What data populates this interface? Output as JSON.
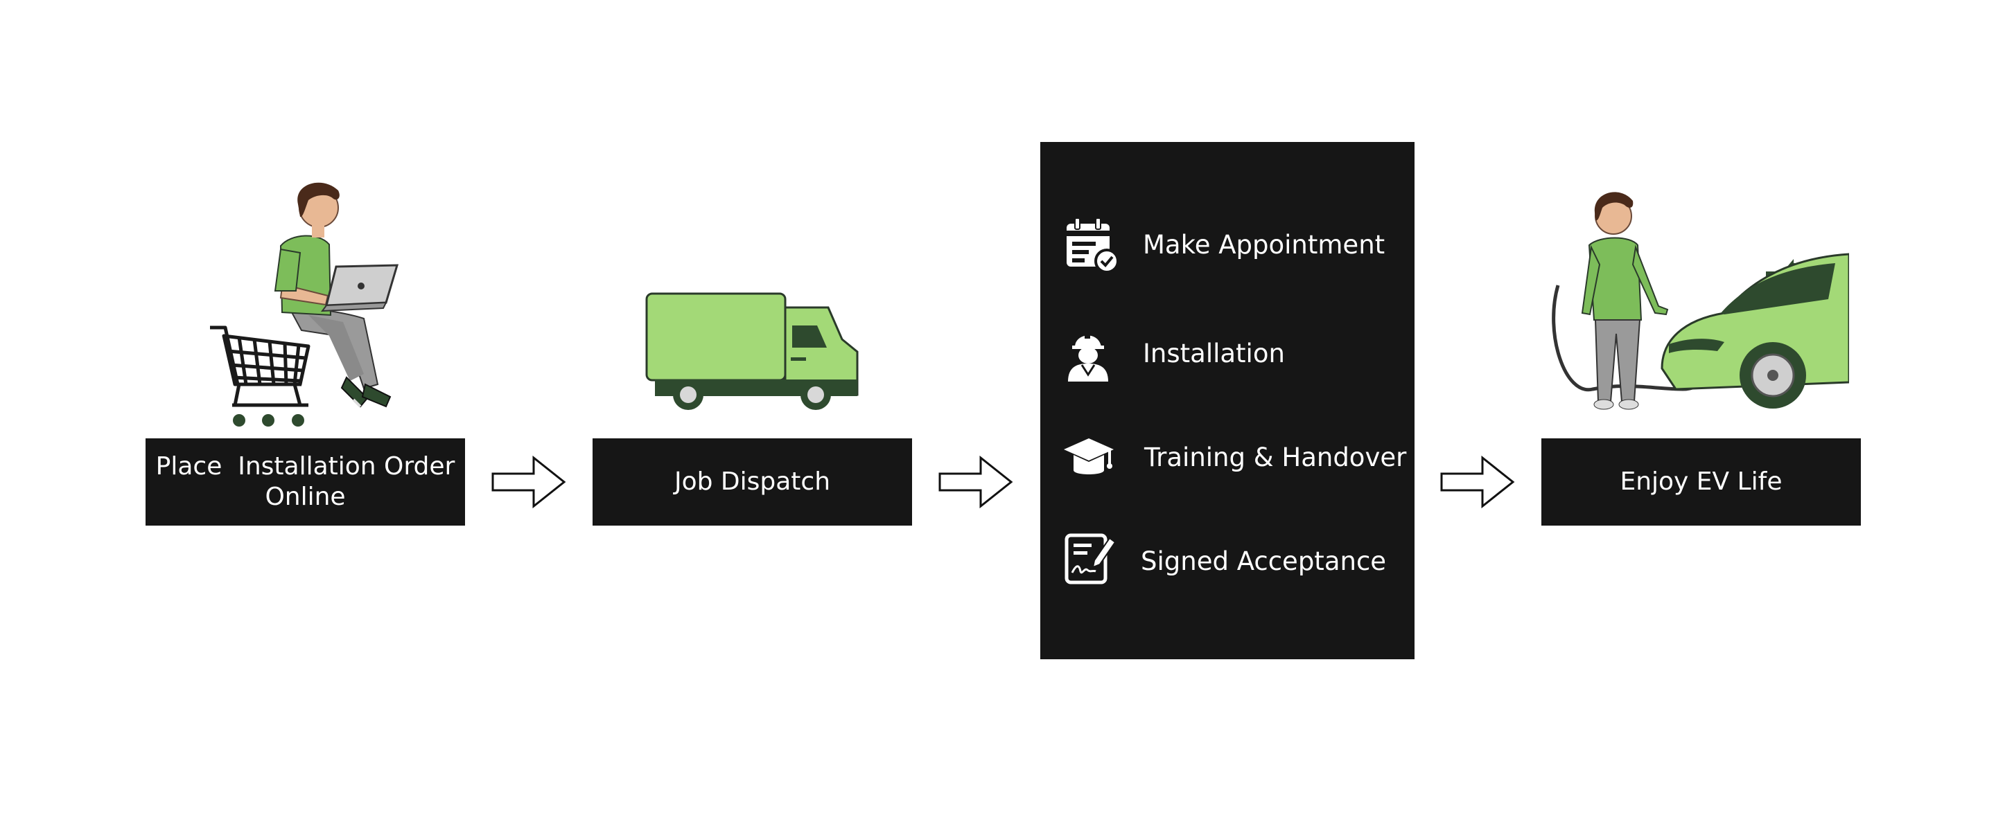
{
  "stages": [
    {
      "label_line1": "Place  Installation Order",
      "label_line2": "Online",
      "illustration": "person-with-laptop-and-cart"
    },
    {
      "label": "Job Dispatch",
      "illustration": "delivery-truck"
    },
    {
      "steps": [
        {
          "label": "Make Appointment",
          "icon": "calendar-check-icon"
        },
        {
          "label": "Installation",
          "icon": "worker-helmet-icon"
        },
        {
          "label": "Training & Handover",
          "icon": "graduation-cap-icon"
        },
        {
          "label": "Signed Acceptance",
          "icon": "signed-document-icon"
        }
      ]
    },
    {
      "label": "Enjoy EV Life",
      "illustration": "person-charging-ev"
    }
  ],
  "colors": {
    "box": "#161616",
    "green_light": "#a3d977",
    "green_dark": "#2e4a2e",
    "text": "#ffffff"
  }
}
